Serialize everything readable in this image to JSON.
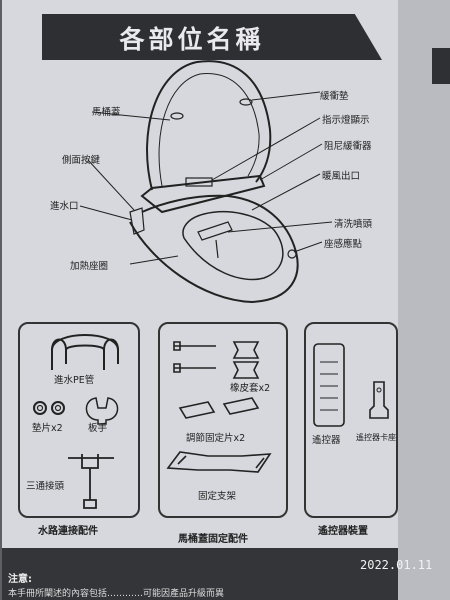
{
  "title": "各部位名稱",
  "seat_labels": {
    "cushion": "緩衝墊",
    "toilet_lid": "馬桶蓋",
    "indicator": "指示燈顯示",
    "damper": "阻尼緩衝器",
    "side_button": "側面按鍵",
    "warm_air_outlet": "暖風出口",
    "water_inlet": "進水口",
    "nozzle": "清洗噴頭",
    "seat_sensor": "座感應點",
    "heated_seat": "加熱座圈"
  },
  "groups": {
    "water": {
      "caption": "水路連接配件",
      "items": {
        "pe_pipe": "進水PE管",
        "gasket": "墊片x2",
        "wrench": "板手",
        "tee": "三通接頭"
      }
    },
    "lid": {
      "caption": "馬桶蓋固定配件",
      "items": {
        "rubber": "橡皮套x2",
        "adjust": "調節固定片x2",
        "bracket": "固定支架"
      }
    },
    "remote": {
      "caption": "遙控器裝置",
      "items": {
        "remote": "遙控器",
        "holder": "遙控器卡座"
      }
    }
  },
  "notice": {
    "title": "注意:",
    "text": "本手冊所闡述的內容包括…………可能因產品升級而異"
  },
  "datestamp": "2022.01.11"
}
